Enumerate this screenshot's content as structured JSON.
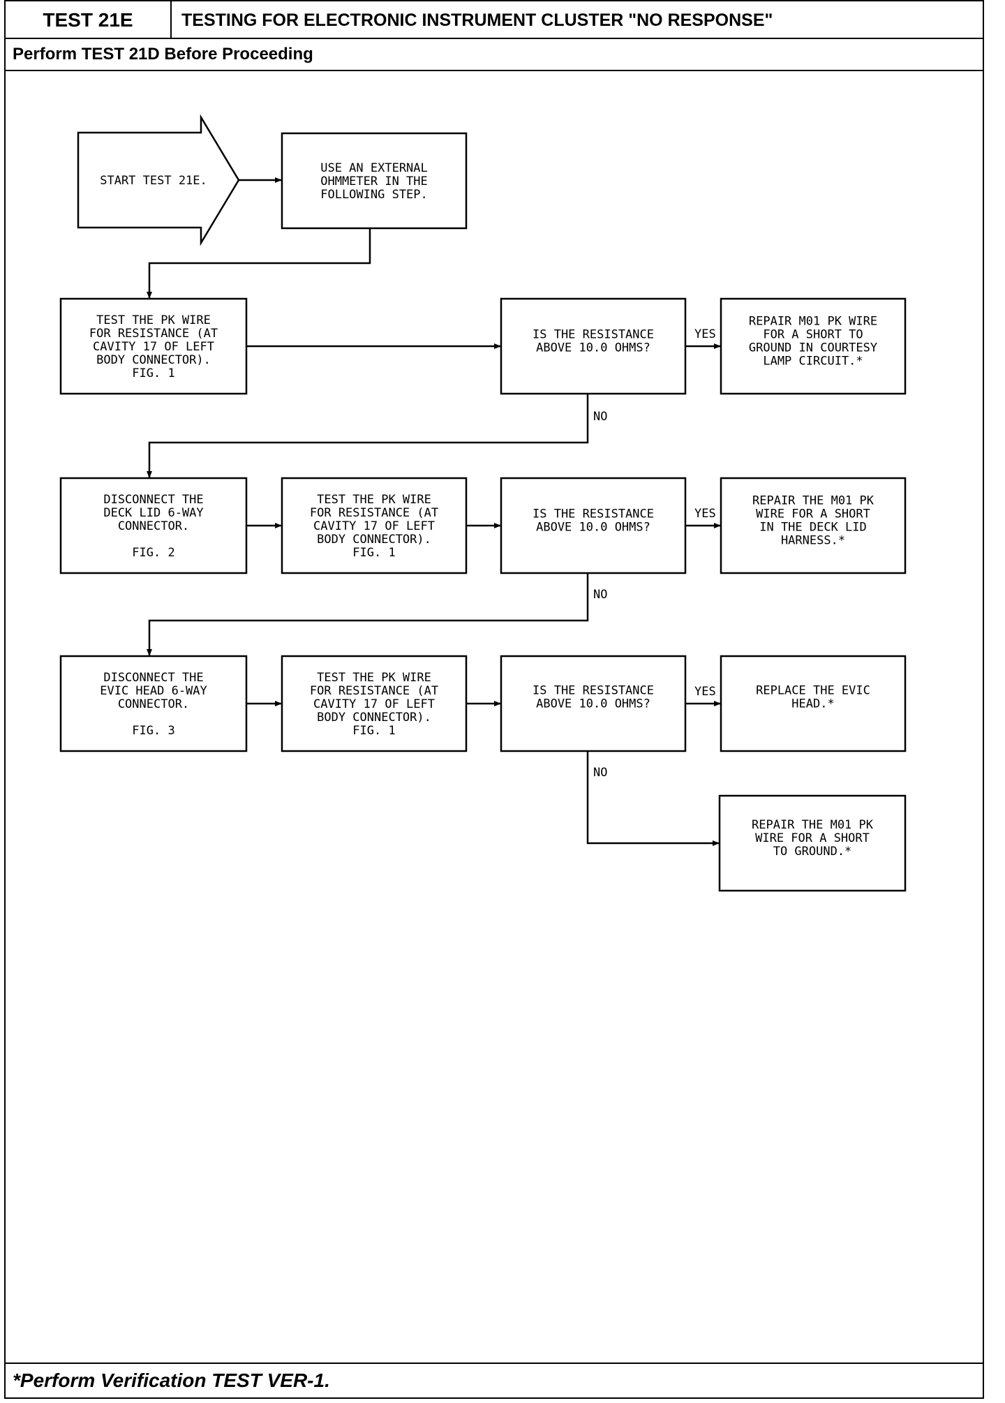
{
  "header": {
    "test_id": "TEST 21E",
    "title": "TESTING FOR ELECTRONIC INSTRUMENT CLUSTER \"NO RESPONSE\"",
    "subtitle": "Perform TEST 21D Before Proceeding"
  },
  "footer": {
    "note": "*Perform Verification TEST VER-1."
  },
  "flowchart": {
    "start": [
      "START TEST 21E."
    ],
    "use_ohmmeter": [
      "USE AN EXTERNAL",
      "OHMMETER IN THE",
      "FOLLOWING STEP."
    ],
    "test_pk_1": [
      "TEST THE PK WIRE",
      "FOR RESISTANCE (AT",
      "CAVITY 17 OF LEFT",
      "BODY CONNECTOR).",
      "FIG. 1"
    ],
    "question_1": [
      "IS THE RESISTANCE",
      "ABOVE 10.0 OHMS?"
    ],
    "repair_1": [
      "REPAIR M01 PK WIRE",
      "FOR A SHORT TO",
      "GROUND IN COURTESY",
      "LAMP CIRCUIT.*"
    ],
    "disconnect_deck": [
      "DISCONNECT THE",
      "DECK LID 6-WAY",
      "CONNECTOR.",
      "",
      "FIG. 2"
    ],
    "test_pk_2": [
      "TEST THE PK WIRE",
      "FOR RESISTANCE (AT",
      "CAVITY 17 OF LEFT",
      "BODY CONNECTOR).",
      "FIG. 1"
    ],
    "question_2": [
      "IS THE RESISTANCE",
      "ABOVE 10.0 OHMS?"
    ],
    "repair_2": [
      "REPAIR THE M01 PK",
      "WIRE FOR A SHORT",
      "IN THE DECK LID",
      "HARNESS.*"
    ],
    "disconnect_evic": [
      "DISCONNECT THE",
      "EVIC HEAD 6-WAY",
      "CONNECTOR.",
      "",
      "FIG. 3"
    ],
    "test_pk_3": [
      "TEST THE PK WIRE",
      "FOR RESISTANCE (AT",
      "CAVITY 17 OF LEFT",
      "BODY CONNECTOR).",
      "FIG. 1"
    ],
    "question_3": [
      "IS THE RESISTANCE",
      "ABOVE 10.0 OHMS?"
    ],
    "replace_evic": [
      "REPLACE THE EVIC",
      "HEAD.*"
    ],
    "repair_3": [
      "REPAIR THE M01 PK",
      "WIRE FOR A SHORT",
      "TO GROUND.*"
    ],
    "yes_label": "YES",
    "no_label": "NO"
  }
}
